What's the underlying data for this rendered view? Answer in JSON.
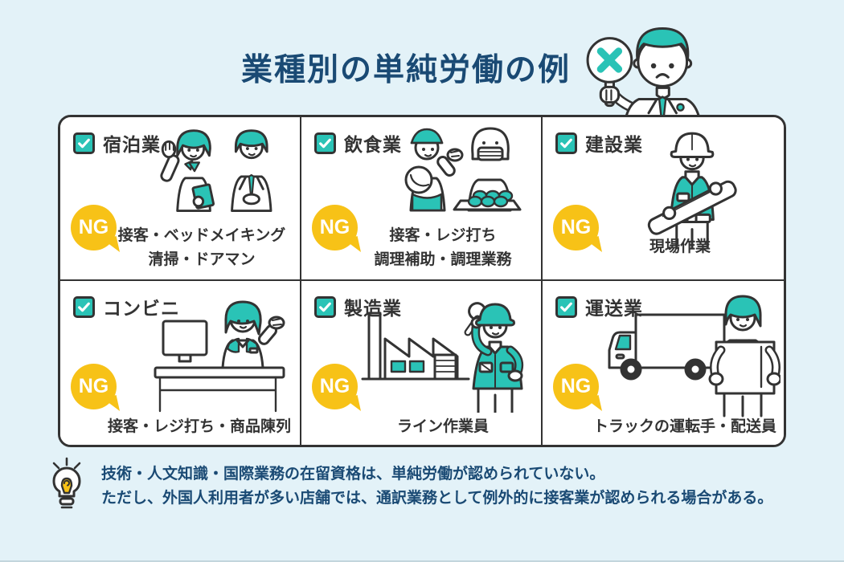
{
  "title": "業種別の単純労働の例",
  "ng_label": "NG",
  "cells": [
    {
      "label": "宿泊業",
      "desc_lines": [
        "接客・ベッドメイキング",
        "清掃・ドアマン"
      ]
    },
    {
      "label": "飲食業",
      "desc_lines": [
        "接客・レジ打ち",
        "調理補助・調理業務"
      ]
    },
    {
      "label": "建設業",
      "desc_lines": [
        "現場作業"
      ]
    },
    {
      "label": "コンビニ",
      "desc_lines": [
        "接客・レジ打ち・商品陳列"
      ]
    },
    {
      "label": "製造業",
      "desc_lines": [
        "ライン作業員"
      ]
    },
    {
      "label": "運送業",
      "desc_lines": [
        "トラックの運転手・配送員"
      ]
    }
  ],
  "note_lines": [
    "技術・人文知識・国際業務の在留資格は、単純労働が認められていない。",
    "ただし、外国人利用者が多い店舗では、通訳業務として例外的に接客業が認められる場合がある。"
  ],
  "icons": [
    "check-icon",
    "ng-speech-badge",
    "x-sign-paddle",
    "lightbulb-icon"
  ],
  "colors": {
    "background": "#e3f2f8",
    "teal": "#2ac3b6",
    "navy_text": "#1a4a74",
    "ng_yellow": "#f7c217",
    "outline": "#333333"
  }
}
